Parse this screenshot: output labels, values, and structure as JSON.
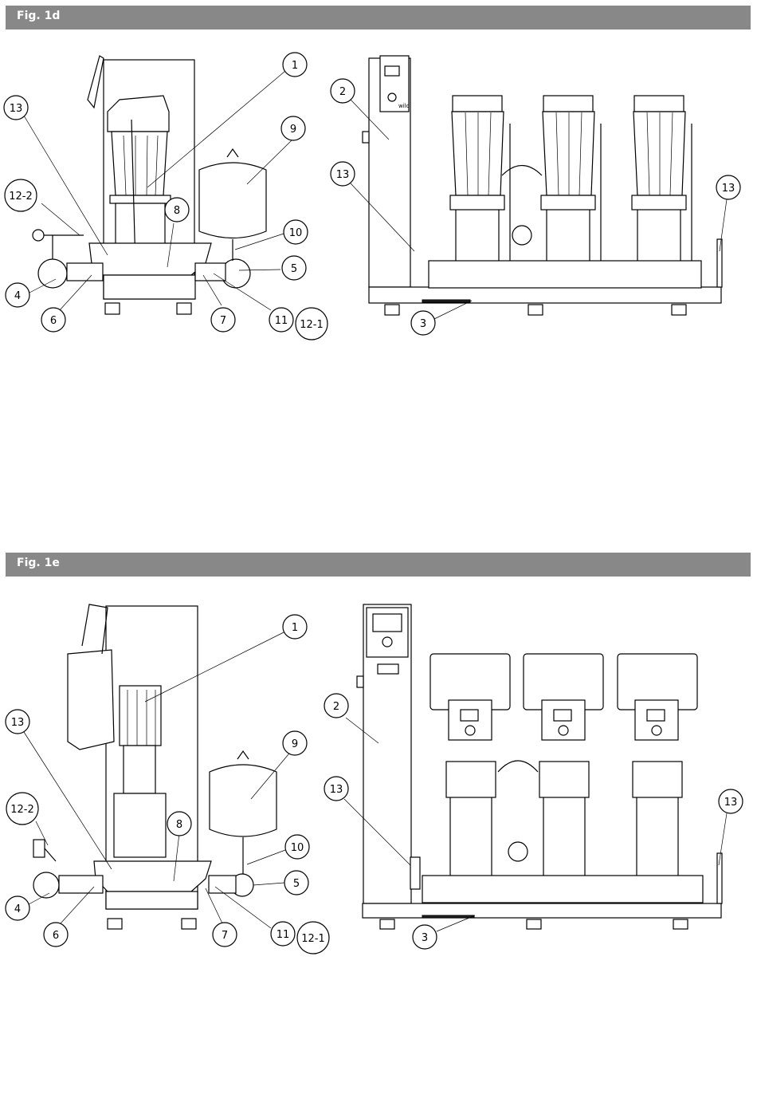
{
  "figures": [
    {
      "title": "Fig. 1d",
      "callouts": [
        "1",
        "2",
        "3",
        "4",
        "5",
        "6",
        "7",
        "8",
        "9",
        "10",
        "11",
        "12-1",
        "12-2",
        "13",
        "13",
        "13"
      ]
    },
    {
      "title": "Fig. 1e",
      "callouts": [
        "1",
        "2",
        "3",
        "4",
        "5",
        "6",
        "7",
        "8",
        "9",
        "10",
        "11",
        "12-1",
        "12-2",
        "13",
        "13",
        "13"
      ]
    }
  ],
  "colors": {
    "title_bar": "#888888",
    "title_text": "#ffffff",
    "line": "#000000"
  },
  "controller_brand": "wilo"
}
